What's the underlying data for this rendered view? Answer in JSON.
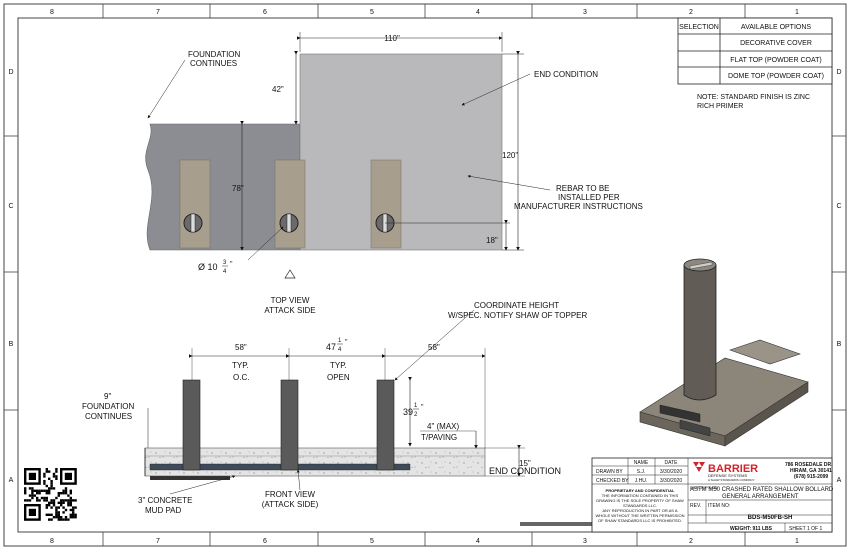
{
  "zones": {
    "columns": [
      "8",
      "7",
      "6",
      "5",
      "4",
      "3",
      "2",
      "1"
    ],
    "rows": [
      "D",
      "C",
      "B",
      "A"
    ]
  },
  "options_table": {
    "header_selection": "SELECTION",
    "header_options": "AVAILABLE OPTIONS",
    "rows": [
      "DECORATIVE COVER",
      "FLAT TOP (POWDER COAT)",
      "DOME TOP (POWDER COAT)"
    ]
  },
  "note": {
    "line1": "NOTE: STANDARD FINISH IS ZINC",
    "line2": "RICH PRIMER"
  },
  "top_view": {
    "foundation_continues_1": "FOUNDATION",
    "foundation_continues_2": "CONTINUES",
    "end_condition": "END CONDITION",
    "rebar_1": "REBAR TO BE",
    "rebar_2": "INSTALLED PER",
    "rebar_3": "MANUFACTURER INSTRUCTIONS",
    "dim_width": "110\"",
    "dim_42": "42\"",
    "dim_78": "78\"",
    "dim_120": "120\"",
    "dim_18": "18\"",
    "dia_prefix": "Ø 10",
    "dia_num": "3",
    "dia_den": "4",
    "dia_suffix": "\"",
    "view_label_1": "TOP VIEW",
    "view_label_2": "ATTACK SIDE"
  },
  "front_view": {
    "coordinate_1": "COORDINATE HEIGHT",
    "coordinate_2": "W/SPEC. NOTIFY SHAW OF TOPPER",
    "dim_58_typ": "58\"",
    "typ_1": "TYP.",
    "oc": "O.C.",
    "dim_47": "47",
    "dim_47_num": "1",
    "dim_47_den": "4",
    "dim_47_suffix": "\"",
    "typ_2": "TYP.",
    "open": "OPEN",
    "dim_58_end": "58\"",
    "dim_9": "9\"",
    "foundation_1": "FOUNDATION",
    "foundation_2": "CONTINUES",
    "dim_39": "39",
    "dim_39_num": "1",
    "dim_39_den": "2",
    "dim_39_suffix": "\"",
    "max_4": "4\" (MAX)",
    "tpaving": "T/PAVING",
    "dim_15": "15\"",
    "end_condition": "END CONDITION",
    "mud_1": "3\" CONCRETE",
    "mud_2": "MUD PAD",
    "view_label_1": "FRONT VIEW",
    "view_label_2": "(ATTACK SIDE)"
  },
  "title_block": {
    "name_hdr": "NAME",
    "date_hdr": "DATE",
    "drawn_by": "DRAWN BY",
    "drawn_name": "S.J.",
    "drawn_date": "3/30/2020",
    "checked_by": "CHECKED BY",
    "checked_name": "J.HU.",
    "checked_date": "3/30/2020",
    "prop_1": "PROPRIETARY AND CONFIDENTIAL",
    "prop_2": "THE INFORMATION CONTAINED IN THIS",
    "prop_3": "DRAWING IS THE SOLE PROPERTY OF SHAW",
    "prop_4": "STANDARDS LLC.",
    "prop_5": "ANY REPRODUCTION IN PART OR AS A",
    "prop_6": "WHOLE WITHOUT THE WRITTEN PERMISSION",
    "prop_7": "OF SHAW STANDARDS LLC IS PROHIBITED.",
    "brand_name": "BARRIER",
    "brand_sub": "DEFENSE SYSTEMS",
    "brand_tag": "A SHAW STANDARDS COMPANY",
    "address_1": "786 ROSEDALE DR.",
    "address_2": "HIRAM, GA 30141",
    "address_3": "(678) 915-2099",
    "desc_label": "DESCRIPTION:",
    "desc_1": "ASTM M50 CRASHED RATED SHALLOW BOLLARD",
    "desc_2": "GENERAL ARRANGEMENT",
    "rev_label": "REV.",
    "item_label": "ITEM NO:",
    "item_no": "BDS-M50FB-SH",
    "weight": "WEIGHT: 911 LBS",
    "sheet": "SHEET 1 OF 1",
    "brand_color": "#d2232a"
  }
}
